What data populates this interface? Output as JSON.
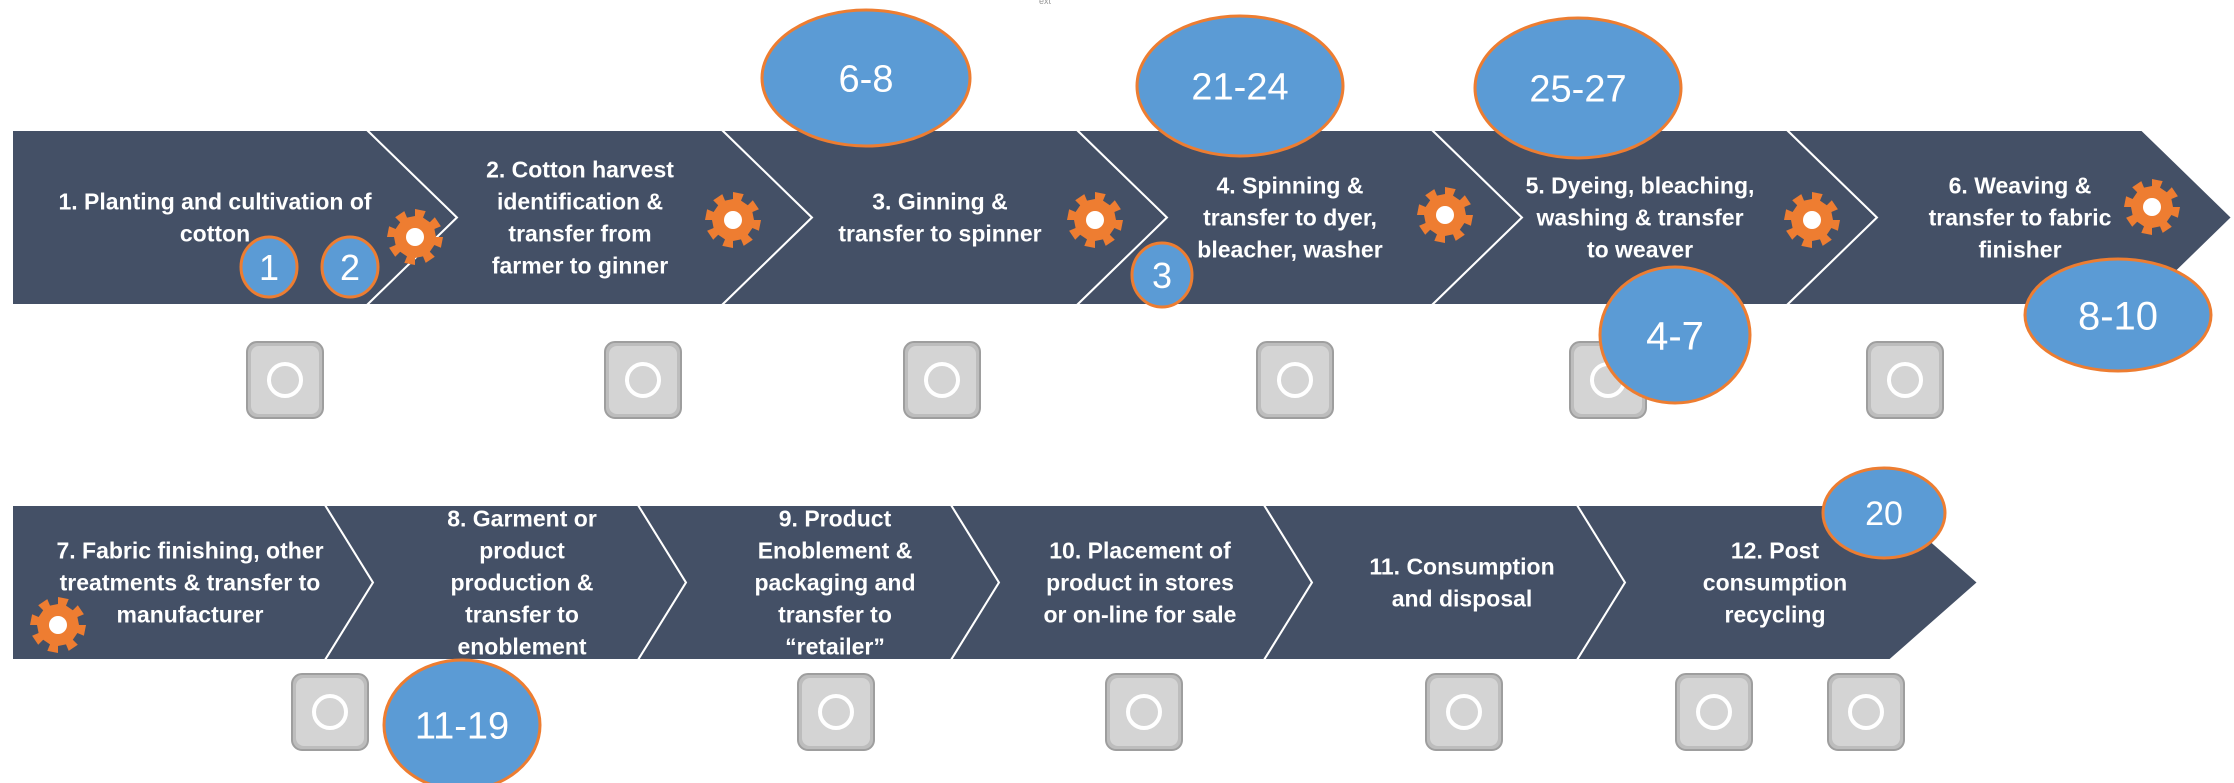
{
  "top_mark": "ext",
  "row1": {
    "stages": [
      {
        "lines": [
          "1. Planting and cultivation of",
          "cotton"
        ]
      },
      {
        "lines": [
          "2. Cotton harvest",
          "identification &",
          "transfer from",
          "farmer to ginner"
        ]
      },
      {
        "lines": [
          "3. Ginning &",
          "transfer to spinner"
        ]
      },
      {
        "lines": [
          "4. Spinning &",
          "transfer to dyer,",
          "bleacher, washer"
        ]
      },
      {
        "lines": [
          "5. Dyeing, bleaching,",
          "washing & transfer",
          "to weaver"
        ]
      },
      {
        "lines": [
          "6. Weaving &",
          "transfer to fabric",
          "finisher"
        ]
      }
    ],
    "icons": [
      "cotton-icon",
      "farmer-icon",
      "gears-icon",
      "spools-icon",
      "shirts-icon",
      "loom-icon"
    ]
  },
  "row2": {
    "stages": [
      {
        "lines": [
          "7. Fabric finishing, other",
          "treatments & transfer to",
          "manufacturer"
        ]
      },
      {
        "lines": [
          "8. Garment or",
          "product",
          "production &",
          "transfer to",
          "enoblement"
        ]
      },
      {
        "lines": [
          "9. Product",
          "Enoblement &",
          "packaging and",
          "transfer to",
          "“retailer”"
        ]
      },
      {
        "lines": [
          "10. Placement of",
          "product in stores",
          "or on-line for sale"
        ]
      },
      {
        "lines": [
          "11. Consumption",
          "and disposal"
        ]
      },
      {
        "lines": [
          "12. Post",
          "consumption",
          "recycling"
        ]
      }
    ],
    "icons": [
      "garment-icon",
      "warehouse-icon",
      "for-sale-sign-icon",
      "shopping-cart-icon",
      "trash-can-icon",
      "recycle-icon"
    ]
  },
  "badges": [
    {
      "text": "1"
    },
    {
      "text": "2"
    },
    {
      "text": "3"
    },
    {
      "text": "6-8"
    },
    {
      "text": "21-24"
    },
    {
      "text": "25-27"
    },
    {
      "text": "4-7"
    },
    {
      "text": "8-10"
    },
    {
      "text": "20"
    },
    {
      "text": "11-19"
    }
  ],
  "colors": {
    "chevron": "#445066",
    "chevron_stroke": "#ffffff",
    "gear": "#ee7d31",
    "badge_fill": "#5b9bd5",
    "badge_stroke": "#ed7d31",
    "icon_tile": "#bdbdbd"
  }
}
